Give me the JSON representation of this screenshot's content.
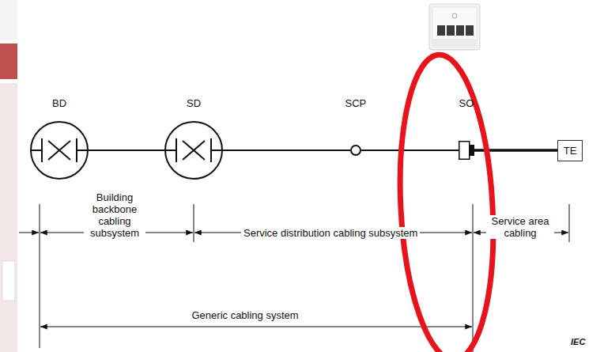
{
  "diagram": {
    "nodes": [
      {
        "text": [
          "BD"
        ]
      },
      {
        "text": [
          "SD"
        ]
      },
      {
        "text": [
          "SCP"
        ]
      },
      {
        "text": [
          "SO"
        ]
      },
      {
        "text": [
          "TE"
        ]
      }
    ],
    "edges": [
      {
        "from": 0,
        "to": 1,
        "arrow": "none"
      },
      {
        "from": 1,
        "to": 2,
        "arrow": "none"
      },
      {
        "from": 2,
        "to": 3,
        "arrow": "none"
      },
      {
        "from": 3,
        "to": 4,
        "arrow": "none"
      }
    ],
    "labels": [
      "Building backbone cabling subsystem",
      "Service distribution cabling subsystem",
      "Service area cabling",
      "Generic cabling system",
      "IEC"
    ]
  }
}
